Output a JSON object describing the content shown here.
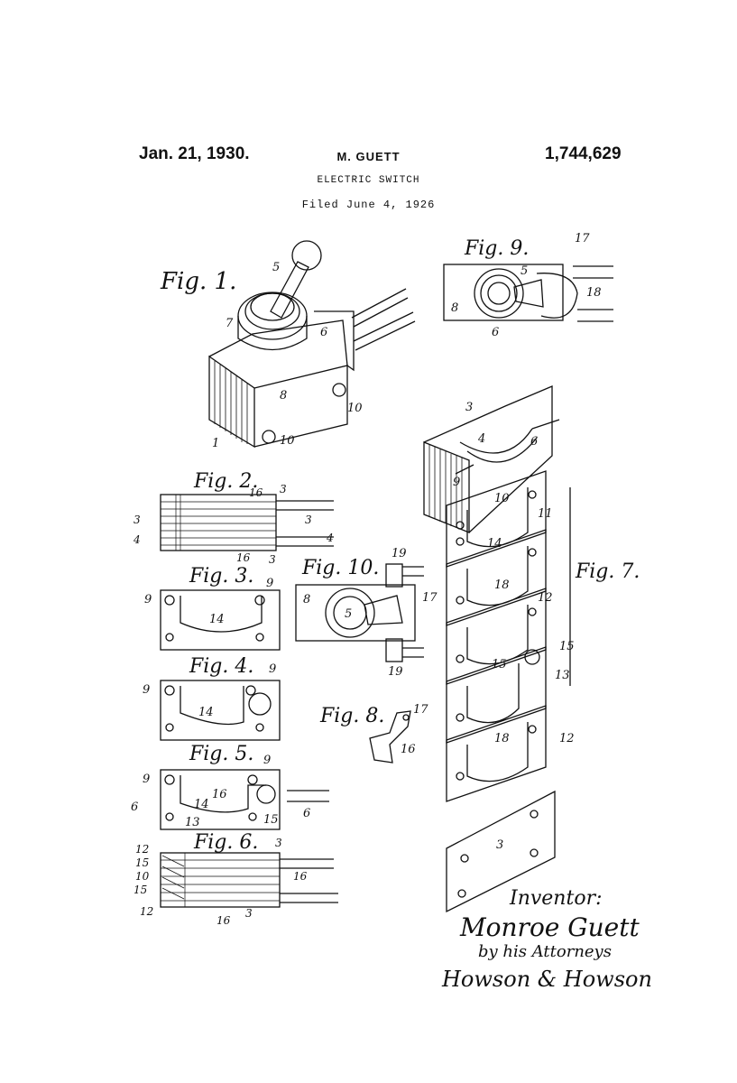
{
  "header": {
    "date": "Jan. 21, 1930.",
    "inventor": "M. GUETT",
    "patent_number": "1,744,629",
    "title": "ELECTRIC SWITCH",
    "filed": "Filed June 4, 1926"
  },
  "figures": {
    "fig1": "Fig. 1.",
    "fig2": "Fig. 2.",
    "fig3": "Fig. 3.",
    "fig4": "Fig. 4.",
    "fig5": "Fig. 5.",
    "fig6": "Fig. 6.",
    "fig7": "Fig. 7.",
    "fig8": "Fig. 8.",
    "fig9": "Fig. 9.",
    "fig10": "Fig. 10."
  },
  "reference_numerals": {
    "n1": "1",
    "n3": "3",
    "n4": "4",
    "n5": "5",
    "n6": "6",
    "n7": "7",
    "n8": "8",
    "n9": "9",
    "n10": "10",
    "n11": "11",
    "n12": "12",
    "n13": "13",
    "n14": "14",
    "n15": "15",
    "n16": "16",
    "n17": "17",
    "n18": "18",
    "n19": "19"
  },
  "signature": {
    "inventor_label": "Inventor:",
    "inventor_name": "Monroe Guett",
    "by_line": "by his Attorneys",
    "attorneys": "Howson & Howson"
  }
}
